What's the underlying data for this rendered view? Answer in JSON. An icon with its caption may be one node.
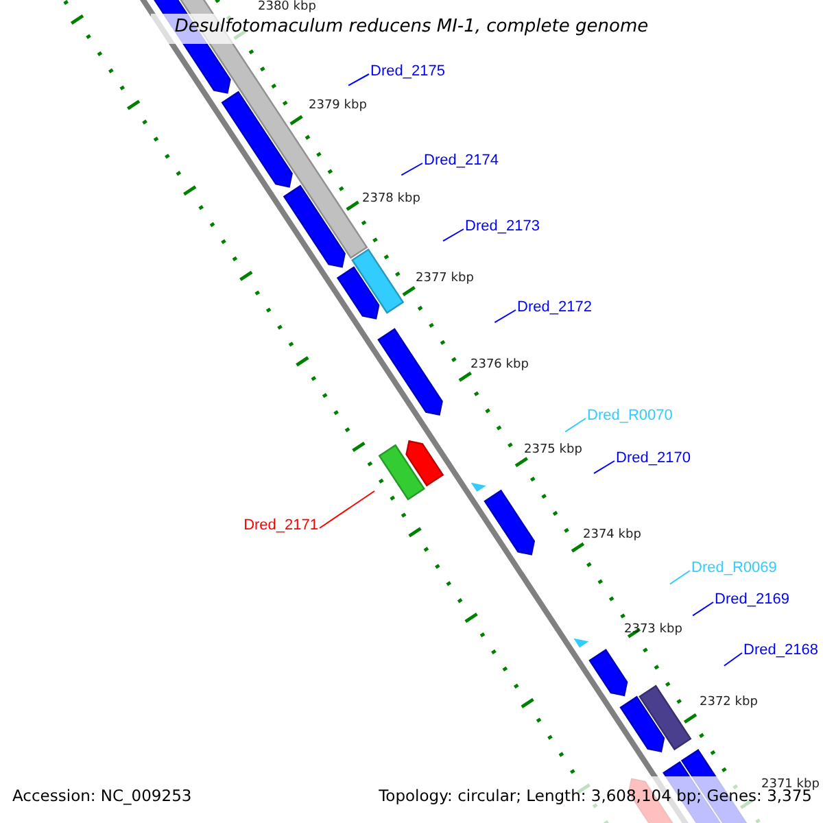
{
  "diagram": {
    "title": "Desulfotomaculum reducens MI-1, complete genome",
    "nodes": [
      {
        "text": [
          "Dred_2175"
        ]
      },
      {
        "text": [
          "Dred_2174"
        ]
      },
      {
        "text": [
          "Dred_2173"
        ]
      },
      {
        "text": [
          "Dred_2172"
        ]
      },
      {
        "text": [
          "Dred_R0070"
        ]
      },
      {
        "text": [
          "Dred_2171"
        ]
      },
      {
        "text": [
          "Dred_2170"
        ]
      },
      {
        "text": [
          "Dred_R0069"
        ]
      },
      {
        "text": [
          "Dred_2169"
        ]
      },
      {
        "text": [
          "Dred_2168"
        ]
      }
    ],
    "edges": [
      {
        "from": 0,
        "to": null,
        "arrow": "none"
      },
      {
        "from": 1,
        "to": null,
        "arrow": "none"
      },
      {
        "from": 2,
        "to": null,
        "arrow": "none"
      },
      {
        "from": 3,
        "to": null,
        "arrow": "none"
      },
      {
        "from": 4,
        "to": null,
        "arrow": "none",
        "color": "#33ccff"
      },
      {
        "from": 5,
        "to": null,
        "arrow": "none",
        "color": "#ff0000"
      },
      {
        "from": 6,
        "to": null,
        "arrow": "none"
      },
      {
        "from": 7,
        "to": null,
        "arrow": "none",
        "color": "#33ccff"
      },
      {
        "from": 8,
        "to": null,
        "arrow": "none"
      },
      {
        "from": 9,
        "to": null,
        "arrow": "none"
      }
    ],
    "labels": [
      "2380 kbp",
      "2379 kbp",
      "2378 kbp",
      "2377 kbp",
      "2376 kbp",
      "2375 kbp",
      "2374 kbp",
      "2373 kbp",
      "2372 kbp",
      "2371 kbp",
      "Accession: NC_009253",
      "Topology: circular; Length: 3,608,104 bp; Genes: 3,375"
    ]
  }
}
